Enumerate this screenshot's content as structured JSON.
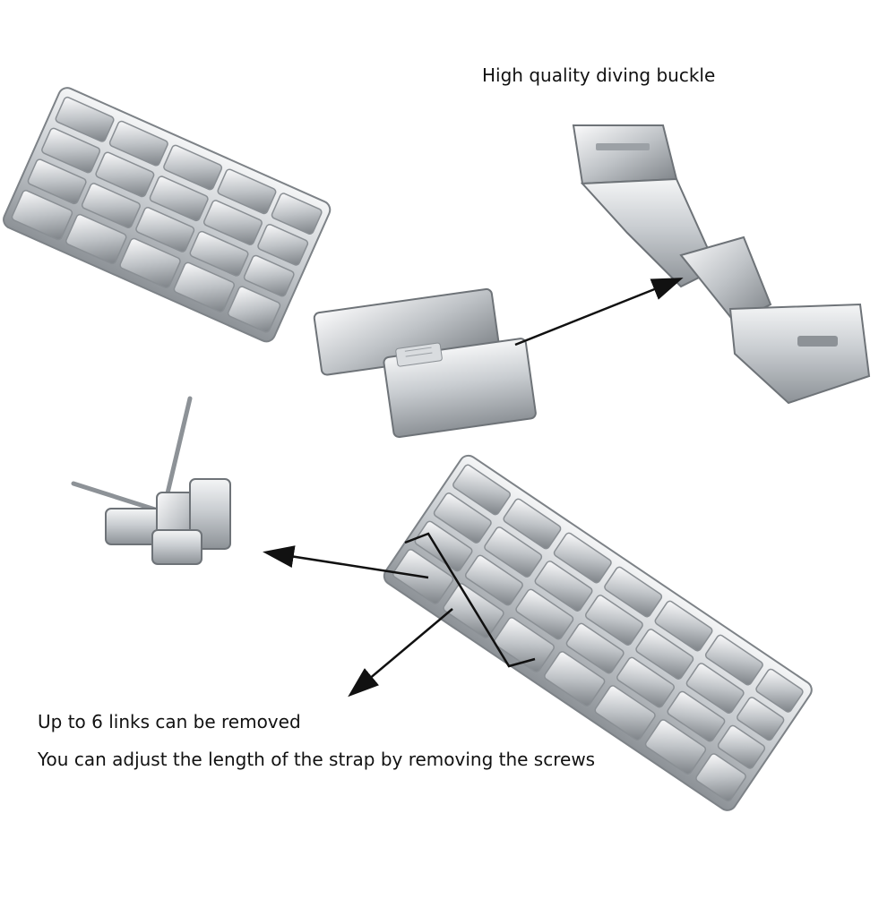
{
  "captions": {
    "buckle": "High quality diving buckle",
    "links_removed": "Up to 6 links can be removed",
    "adjust_length": "You can adjust the length of the strap by removing the screws"
  },
  "colors": {
    "background": "#ffffff",
    "steel_light": "#e6e8ea",
    "steel_mid": "#b7bbbf",
    "steel_dark": "#6e7378",
    "arrow": "#111111"
  },
  "icons": [
    "watch-bracelet",
    "diving-buckle",
    "removed-link-with-pins",
    "arrow",
    "bracket"
  ]
}
